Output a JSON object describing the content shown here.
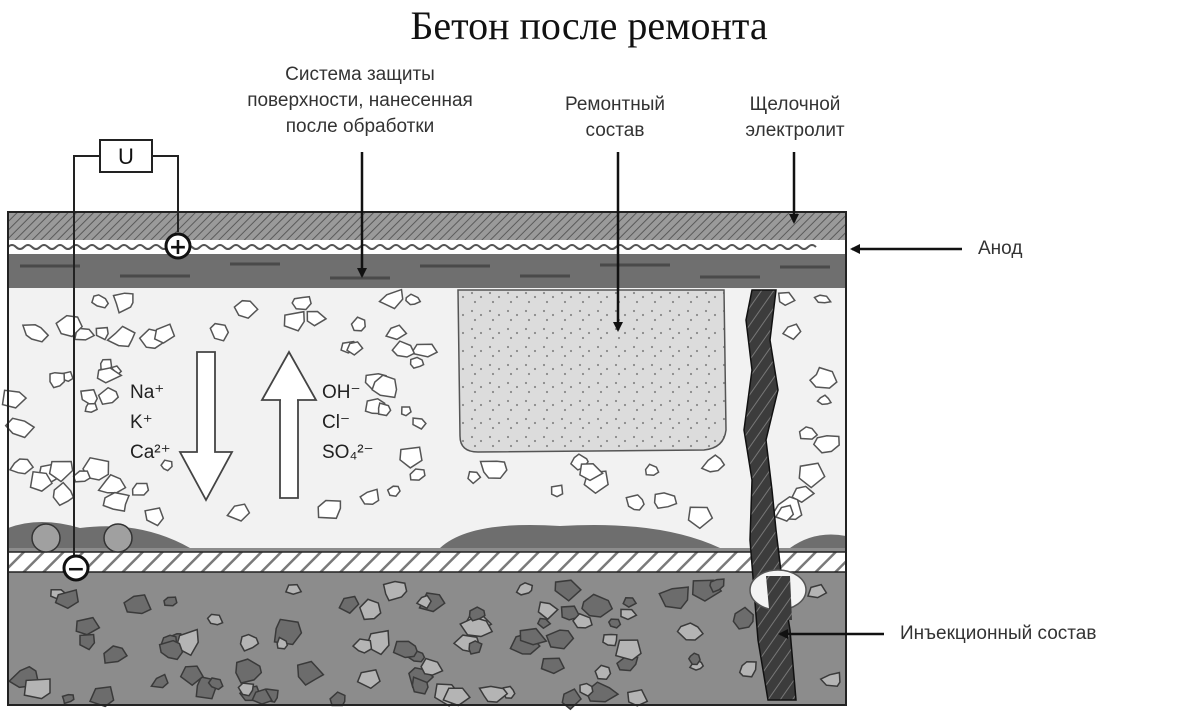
{
  "title": "Бетон после ремонта",
  "labels": {
    "surface_system": [
      "Система защиты",
      "поверхности, нанесенная",
      "после обработки"
    ],
    "repair_compound": [
      "Ремонтный",
      "состав"
    ],
    "alkaline_electrolyte": [
      "Щелочной",
      "электролит"
    ],
    "anode": "Анод",
    "injection_compound": "Инъекционный состав",
    "voltage": "U"
  },
  "ions": {
    "cations": [
      "Na⁺",
      "K⁺",
      "Ca²⁺"
    ],
    "anions": [
      "OH⁻",
      "Cl⁻",
      "SO₄²⁻"
    ]
  },
  "polarity": {
    "positive": "+",
    "negative": "−"
  },
  "colors": {
    "coating": "#8a8a8a",
    "anode_mesh": "#ffffff",
    "surface_layer": "#6f6f6f",
    "concrete": "#f2f2f2",
    "repair_patch": "#d9d9d9",
    "lower_concrete": "#8c8c8c",
    "injection_crack": "#3a3a3a"
  }
}
